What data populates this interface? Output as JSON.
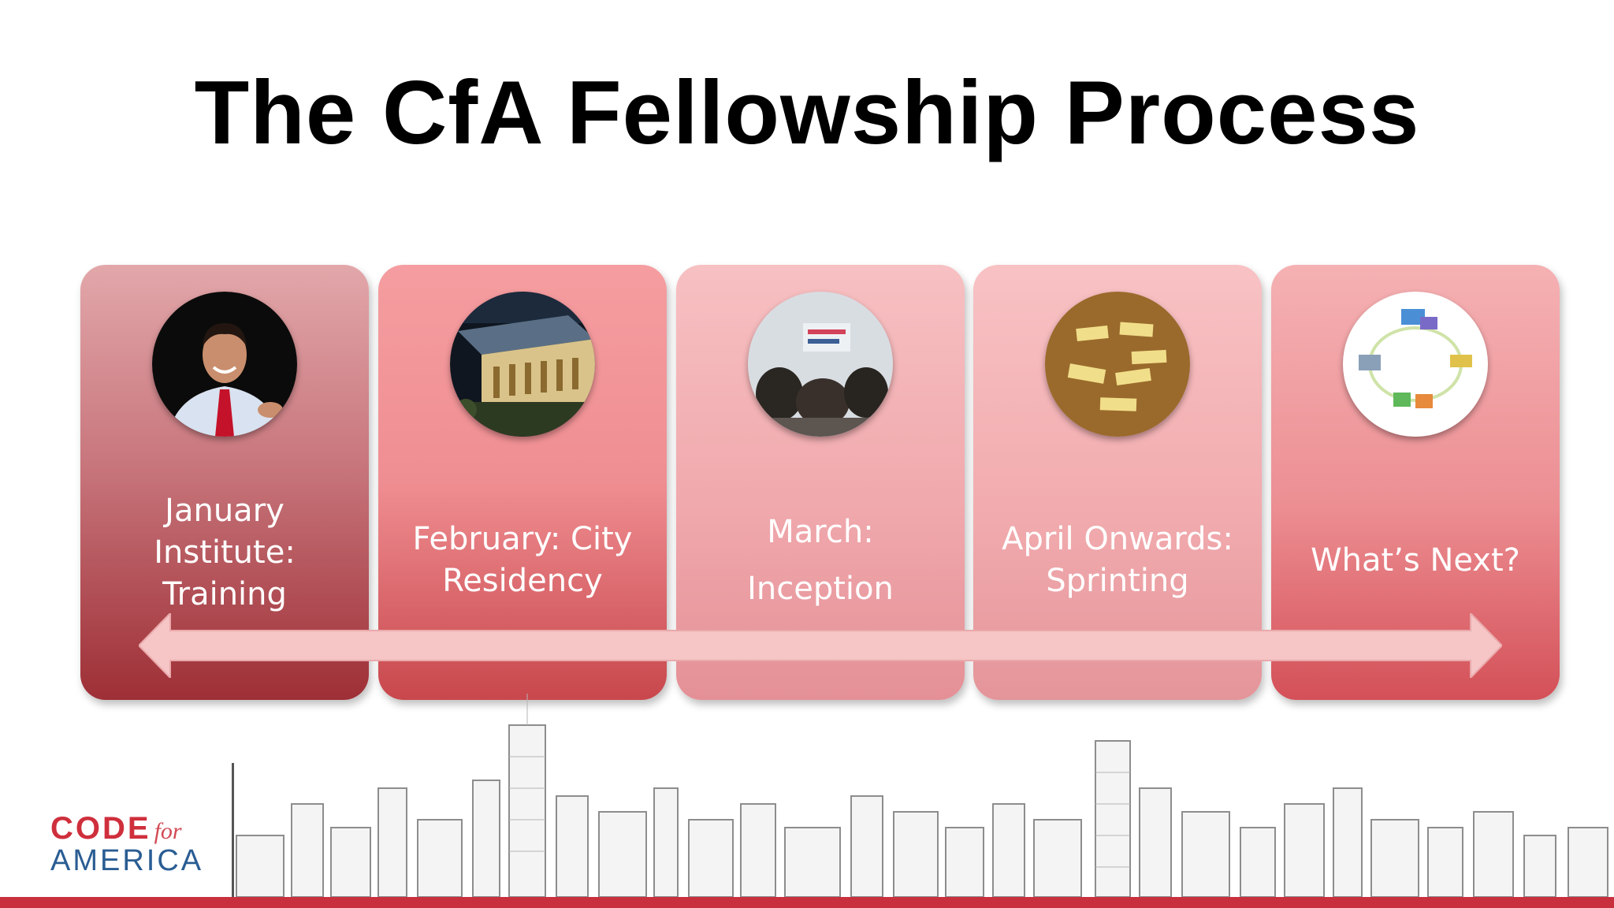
{
  "slide": {
    "title": "The CfA Fellowship Process"
  },
  "stages": [
    {
      "lines": [
        "January",
        "Institute:",
        "Training"
      ],
      "photo": "speaker-photo"
    },
    {
      "lines": [
        "February: City",
        "Residency"
      ],
      "photo": "city-hall-photo"
    },
    {
      "lines": [
        "March:",
        "Inception"
      ],
      "photo": "team-meeting-photo"
    },
    {
      "lines": [
        "April Onwards:",
        "Sprinting"
      ],
      "photo": "sticky-notes-photo"
    },
    {
      "lines": [
        "What’s Next?"
      ],
      "photo": "network-diagram-photo"
    }
  ],
  "logo": {
    "code": "CODE",
    "for": "for",
    "america": "AMERICA"
  },
  "colors": {
    "accent": "#c9303e",
    "logo_blue": "#2a5d93"
  }
}
